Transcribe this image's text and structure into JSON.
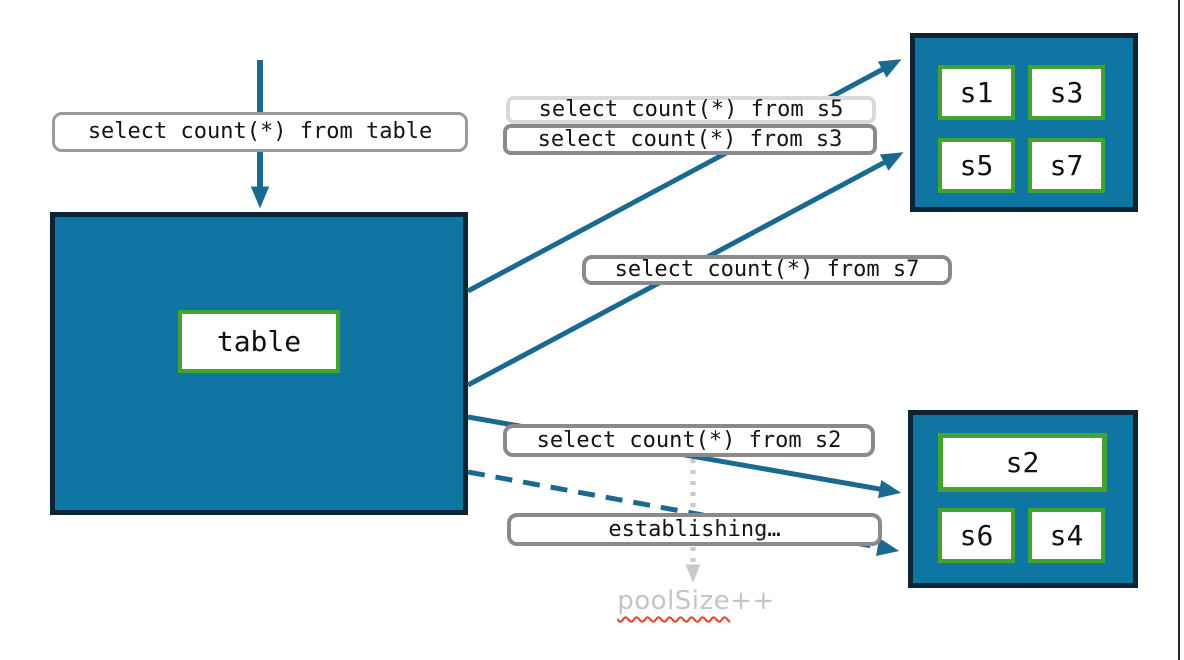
{
  "table": {
    "label": "table",
    "query": "select count(*) from table"
  },
  "pools": {
    "top": {
      "shards": [
        "s1",
        "s3",
        "s5",
        "s7"
      ]
    },
    "bottom": {
      "shards": [
        "s2",
        "s6",
        "s4"
      ]
    }
  },
  "queries": {
    "s5": "select count(*) from s5",
    "s3": "select count(*) from s3",
    "s7": "select count(*) from s7",
    "s2": "select count(*) from s2",
    "establishing": "establishing…"
  },
  "pool_size": {
    "word": "poolSize",
    "suffix": "++"
  },
  "colors": {
    "box_fill": "#0f76a3",
    "box_border": "#0d2433",
    "shard_border": "#44a22f",
    "arrow": "#1b6990",
    "muted_arrow": "#c9c9c9",
    "muted_text": "#c5c5c5",
    "label_border": "#8a8a8a",
    "label_border_light": "#d9d9d9",
    "squiggle": "#e0442a"
  }
}
